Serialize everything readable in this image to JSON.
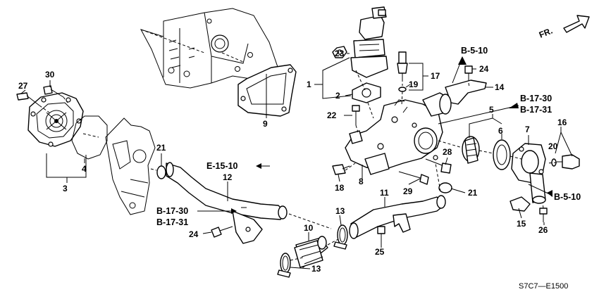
{
  "diagram": {
    "code": "S7C7—E1500",
    "direction_label": "FR.",
    "callouts": {
      "c1": "1",
      "c2": "2",
      "c3": "3",
      "c4": "4",
      "c5": "5",
      "c6": "6",
      "c7": "7",
      "c8": "8",
      "c9": "9",
      "c10": "10",
      "c11": "11",
      "c12": "12",
      "c13a": "13",
      "c13b": "13",
      "c14": "14",
      "c15": "15",
      "c16": "16",
      "c17": "17",
      "c18": "18",
      "c19": "19",
      "c20": "20",
      "c21a": "21",
      "c21b": "21",
      "c22": "22",
      "c23": "23",
      "c24a": "24",
      "c24b": "24",
      "c25": "25",
      "c26": "26",
      "c27": "27",
      "c28": "28",
      "c29": "29",
      "c30": "30"
    },
    "references": {
      "b510_top": "B-5-10",
      "b1730_right": "B-17-30",
      "b1731_right": "B-17-31",
      "e1510": "E-15-10",
      "b1730_left": "B-17-30",
      "b1731_left": "B-17-31",
      "b510_right": "B-5-10"
    }
  }
}
